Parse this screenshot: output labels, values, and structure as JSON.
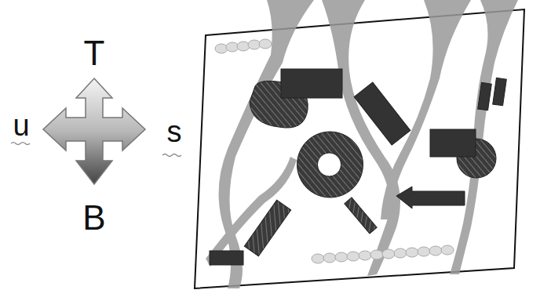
{
  "diagram": {
    "labels": [
      "T",
      "u",
      "s",
      "B"
    ]
  }
}
